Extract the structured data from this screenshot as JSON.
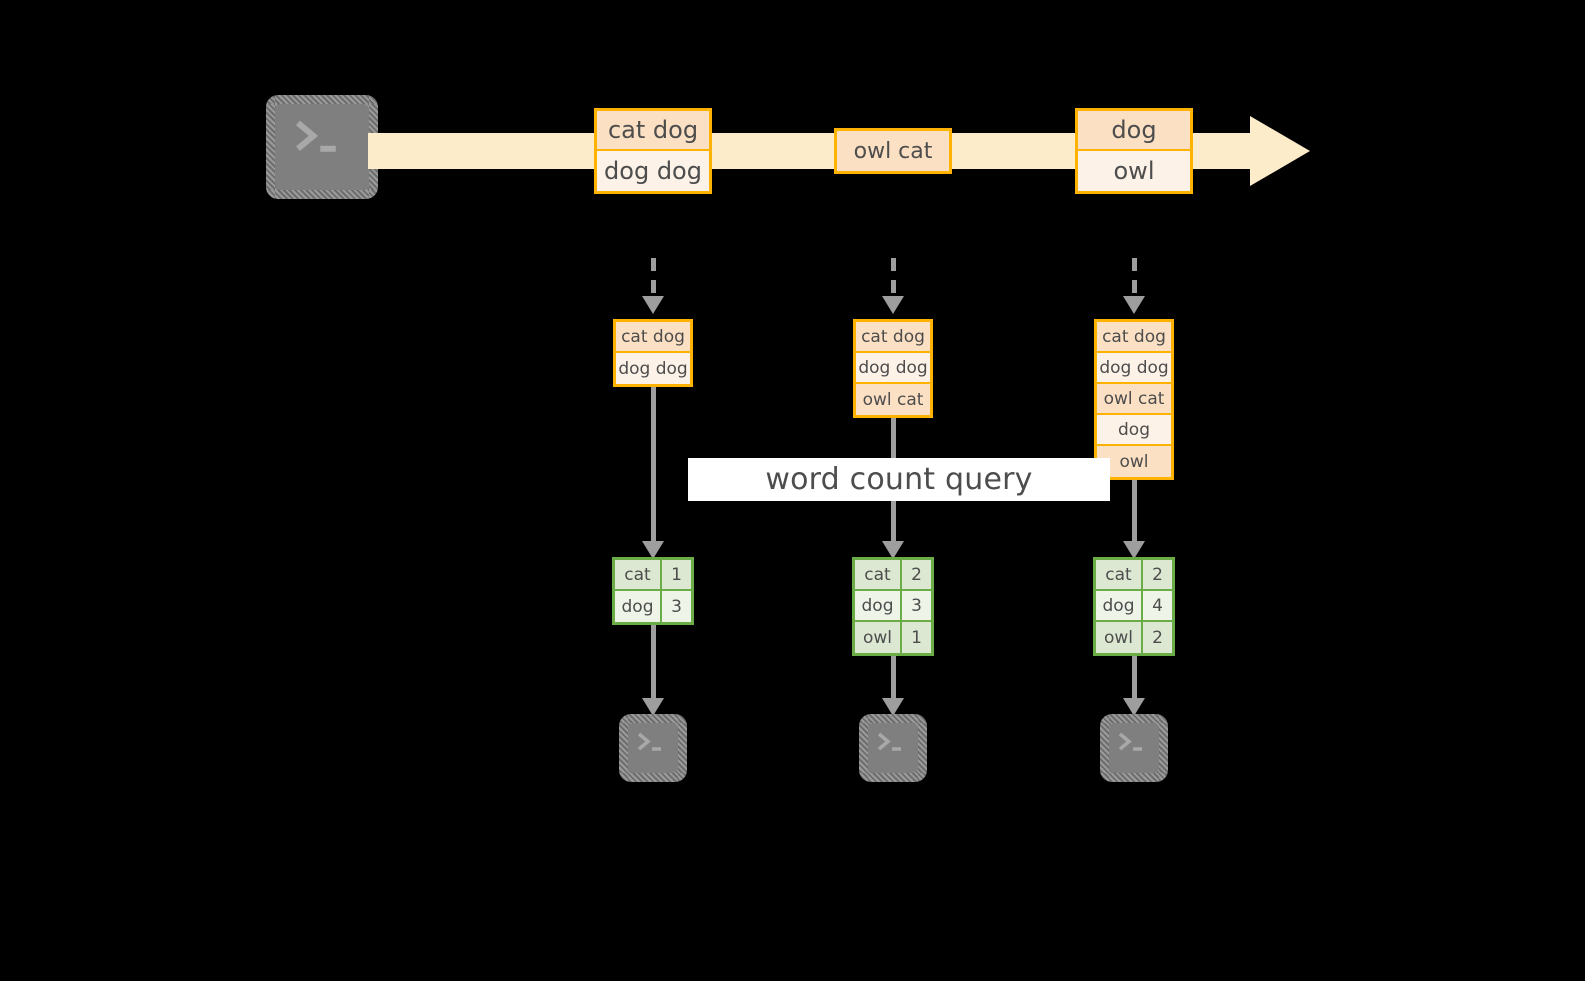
{
  "diagram": {
    "title": "word count query",
    "colors": {
      "background": "#000000",
      "stream_band": "#fdecca",
      "record_border": "#ffb300",
      "record_fill_dark": "#fbe0c3",
      "record_fill_light": "#fdf2e7",
      "result_border": "#6aad46",
      "result_fill_dark": "#dde8d2",
      "result_fill_light": "#eef4e8",
      "arrow": "#9e9e9e",
      "terminal": "#7f7f7f",
      "query_band": "#ffffff",
      "text": "#4d4d4d"
    }
  },
  "source": {
    "icon": "terminal-icon",
    "prompt": "&gt;_"
  },
  "stream": {
    "groups": [
      {
        "name": "batch-1",
        "records": [
          {
            "text": "cat dog",
            "shade": "dark"
          },
          {
            "text": "dog dog",
            "shade": "light"
          }
        ]
      },
      {
        "name": "batch-2",
        "records": [
          {
            "text": "owl cat",
            "shade": "dark"
          }
        ]
      },
      {
        "name": "batch-3",
        "records": [
          {
            "text": "dog",
            "shade": "dark"
          },
          {
            "text": "owl",
            "shade": "light"
          }
        ]
      }
    ]
  },
  "windows": [
    {
      "name": "window-1",
      "records": [
        {
          "text": "cat dog",
          "shade": "dark"
        },
        {
          "text": "dog dog",
          "shade": "light"
        }
      ]
    },
    {
      "name": "window-2",
      "records": [
        {
          "text": "cat dog",
          "shade": "dark"
        },
        {
          "text": "dog dog",
          "shade": "light"
        },
        {
          "text": "owl cat",
          "shade": "dark"
        }
      ]
    },
    {
      "name": "window-3",
      "records": [
        {
          "text": "cat dog",
          "shade": "dark"
        },
        {
          "text": "dog dog",
          "shade": "light"
        },
        {
          "text": "owl cat",
          "shade": "dark"
        },
        {
          "text": "dog",
          "shade": "light"
        },
        {
          "text": "owl",
          "shade": "dark"
        }
      ]
    }
  ],
  "query": {
    "label": "word count query"
  },
  "results": [
    {
      "name": "result-1",
      "rows": [
        {
          "word": "cat",
          "count": "1",
          "shade": "dark"
        },
        {
          "word": "dog",
          "count": "3",
          "shade": "light"
        }
      ]
    },
    {
      "name": "result-2",
      "rows": [
        {
          "word": "cat",
          "count": "2",
          "shade": "dark"
        },
        {
          "word": "dog",
          "count": "3",
          "shade": "light"
        },
        {
          "word": "owl",
          "count": "1",
          "shade": "dark"
        }
      ]
    },
    {
      "name": "result-3",
      "rows": [
        {
          "word": "cat",
          "count": "2",
          "shade": "dark"
        },
        {
          "word": "dog",
          "count": "4",
          "shade": "light"
        },
        {
          "word": "owl",
          "count": "2",
          "shade": "dark"
        }
      ]
    }
  ],
  "sinks": [
    {
      "name": "sink-1",
      "icon": "terminal-icon",
      "prompt": "&gt;_"
    },
    {
      "name": "sink-2",
      "icon": "terminal-icon",
      "prompt": "&gt;_"
    },
    {
      "name": "sink-3",
      "icon": "terminal-icon",
      "prompt": "&gt;_"
    }
  ]
}
